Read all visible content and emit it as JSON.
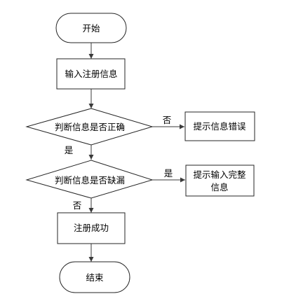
{
  "diagram": {
    "nodes": {
      "start": {
        "shape": "terminator",
        "lines": [
          "开始"
        ]
      },
      "input": {
        "shape": "process",
        "lines": [
          "输入注册信息"
        ]
      },
      "check_correct": {
        "shape": "decision",
        "lines": [
          "判断信息是否正确"
        ]
      },
      "error_tip": {
        "shape": "process",
        "lines": [
          "提示信息错误"
        ]
      },
      "check_missing": {
        "shape": "decision",
        "lines": [
          "判断信息是否缺漏"
        ]
      },
      "complete_tip": {
        "shape": "process",
        "lines": [
          "提示输入完整",
          "信息"
        ]
      },
      "success": {
        "shape": "process",
        "lines": [
          "注册成功"
        ]
      },
      "end": {
        "shape": "terminator",
        "lines": [
          "结束"
        ]
      }
    },
    "edges": [
      {
        "from": "start",
        "to": "input",
        "label": ""
      },
      {
        "from": "input",
        "to": "check_correct",
        "label": ""
      },
      {
        "from": "check_correct",
        "to": "error_tip",
        "label": "否"
      },
      {
        "from": "check_correct",
        "to": "check_missing",
        "label": "是"
      },
      {
        "from": "check_missing",
        "to": "complete_tip",
        "label": "是"
      },
      {
        "from": "check_missing",
        "to": "success",
        "label": "否"
      },
      {
        "from": "success",
        "to": "end",
        "label": ""
      }
    ],
    "colors": {
      "stroke": "#262626",
      "fill": "#ffffff",
      "text": "#000000"
    }
  }
}
